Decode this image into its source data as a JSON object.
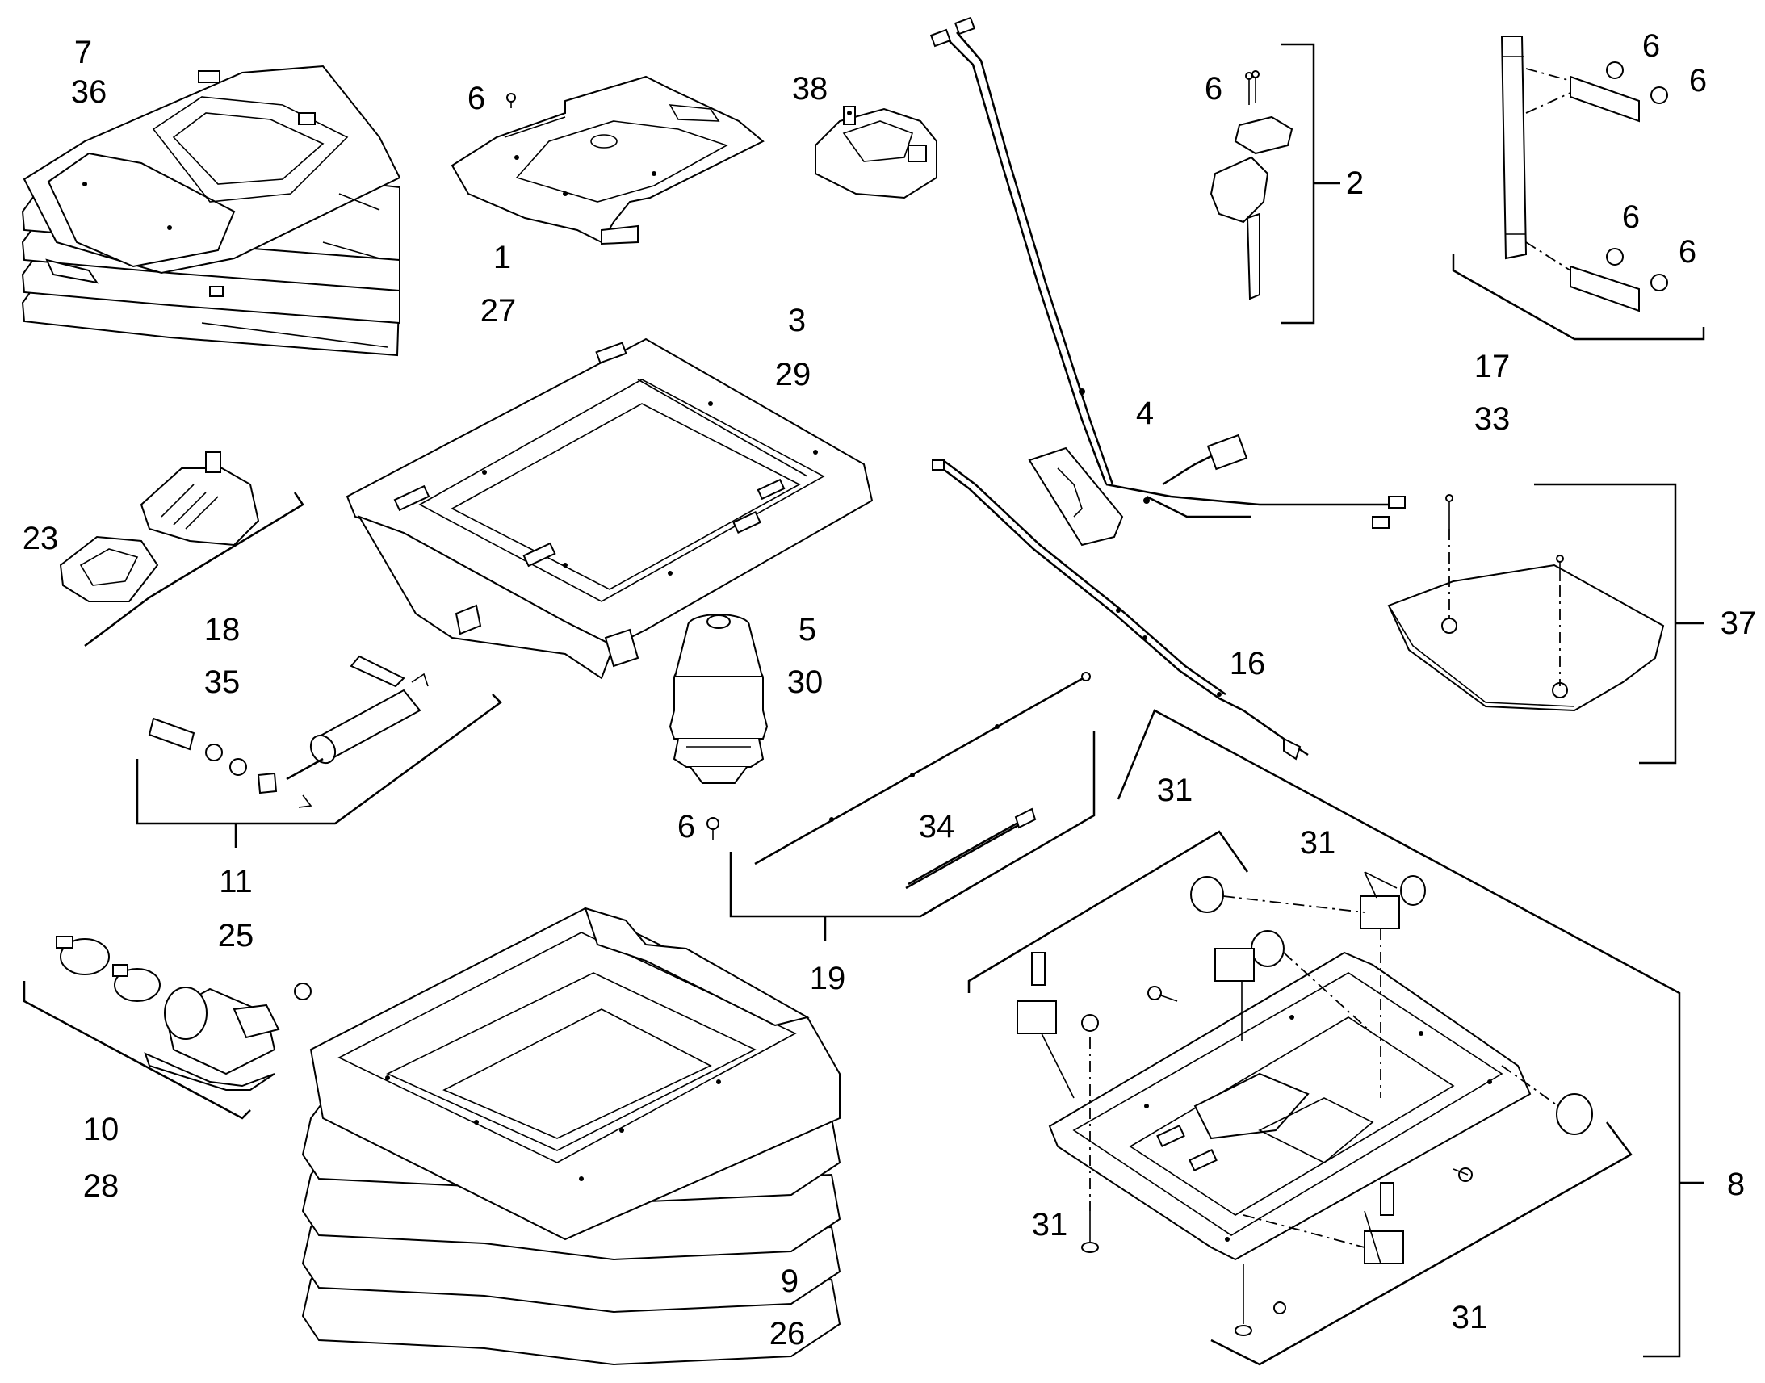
{
  "diagram": {
    "labels": [
      {
        "id": "lbl-7",
        "text": "7"
      },
      {
        "id": "lbl-36",
        "text": "36"
      },
      {
        "id": "lbl-6a",
        "text": "6"
      },
      {
        "id": "lbl-1",
        "text": "1"
      },
      {
        "id": "lbl-27",
        "text": "27"
      },
      {
        "id": "lbl-38",
        "text": "38"
      },
      {
        "id": "lbl-6b",
        "text": "6"
      },
      {
        "id": "lbl-2",
        "text": "2"
      },
      {
        "id": "lbl-6c",
        "text": "6"
      },
      {
        "id": "lbl-6d",
        "text": "6"
      },
      {
        "id": "lbl-6e",
        "text": "6"
      },
      {
        "id": "lbl-6f",
        "text": "6"
      },
      {
        "id": "lbl-17",
        "text": "17"
      },
      {
        "id": "lbl-33",
        "text": "33"
      },
      {
        "id": "lbl-3",
        "text": "3"
      },
      {
        "id": "lbl-29",
        "text": "29"
      },
      {
        "id": "lbl-4",
        "text": "4"
      },
      {
        "id": "lbl-23",
        "text": "23"
      },
      {
        "id": "lbl-18",
        "text": "18"
      },
      {
        "id": "lbl-35",
        "text": "35"
      },
      {
        "id": "lbl-5",
        "text": "5"
      },
      {
        "id": "lbl-30",
        "text": "30"
      },
      {
        "id": "lbl-16",
        "text": "16"
      },
      {
        "id": "lbl-37",
        "text": "37"
      },
      {
        "id": "lbl-11",
        "text": "11"
      },
      {
        "id": "lbl-25",
        "text": "25"
      },
      {
        "id": "lbl-6g",
        "text": "6"
      },
      {
        "id": "lbl-34",
        "text": "34"
      },
      {
        "id": "lbl-31a",
        "text": "31"
      },
      {
        "id": "lbl-31b",
        "text": "31"
      },
      {
        "id": "lbl-19",
        "text": "19"
      },
      {
        "id": "lbl-10",
        "text": "10"
      },
      {
        "id": "lbl-28",
        "text": "28"
      },
      {
        "id": "lbl-8",
        "text": "8"
      },
      {
        "id": "lbl-31c",
        "text": "31"
      },
      {
        "id": "lbl-9",
        "text": "9"
      },
      {
        "id": "lbl-26",
        "text": "26"
      },
      {
        "id": "lbl-31d",
        "text": "31"
      }
    ]
  }
}
